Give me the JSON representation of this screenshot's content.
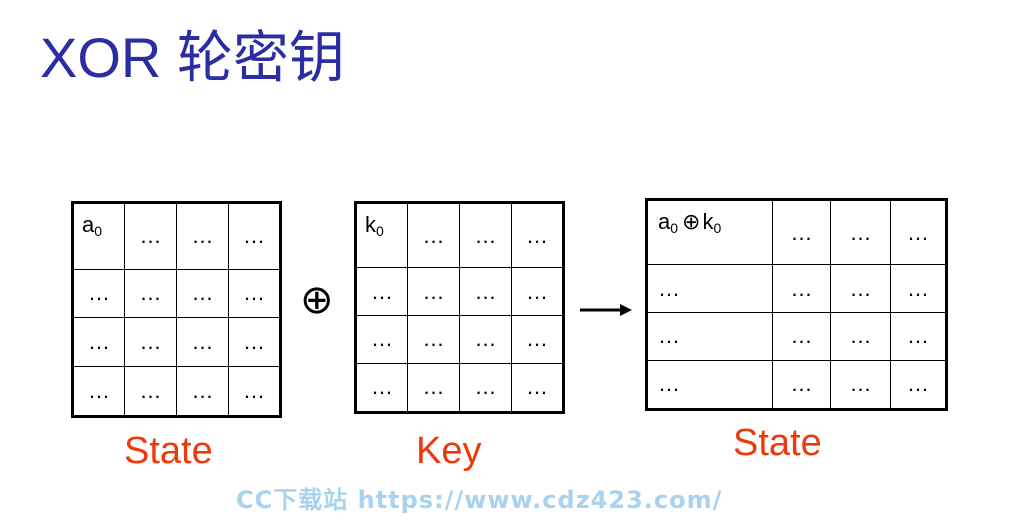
{
  "title": "XOR 轮密钥",
  "state_matrix": {
    "label": "State",
    "rows": [
      [
        "a",
        "…",
        "…",
        "…"
      ],
      [
        "…",
        "…",
        "…",
        "…"
      ],
      [
        "…",
        "…",
        "…",
        "…"
      ],
      [
        "…",
        "…",
        "…",
        "…"
      ]
    ],
    "first_sub": "0"
  },
  "xor_symbol": "⊕",
  "key_matrix": {
    "label": "Key",
    "rows": [
      [
        "k",
        "…",
        "…",
        "…"
      ],
      [
        "…",
        "…",
        "…",
        "…"
      ],
      [
        "…",
        "…",
        "…",
        "…"
      ],
      [
        "…",
        "…",
        "…",
        "…"
      ]
    ],
    "first_sub": "0"
  },
  "result_matrix": {
    "label": "State",
    "first_cell": {
      "a": "a",
      "a_sub": "0",
      "op": "⊕",
      "k": "k",
      "k_sub": "0"
    },
    "rows": [
      [
        "",
        "…",
        "…",
        "…"
      ],
      [
        "…",
        "…",
        "…",
        "…"
      ],
      [
        "…",
        "…",
        "…",
        "…"
      ],
      [
        "…",
        "…",
        "…",
        "…"
      ]
    ]
  },
  "watermark": "CC下载站 https://www.cdz423.com/"
}
